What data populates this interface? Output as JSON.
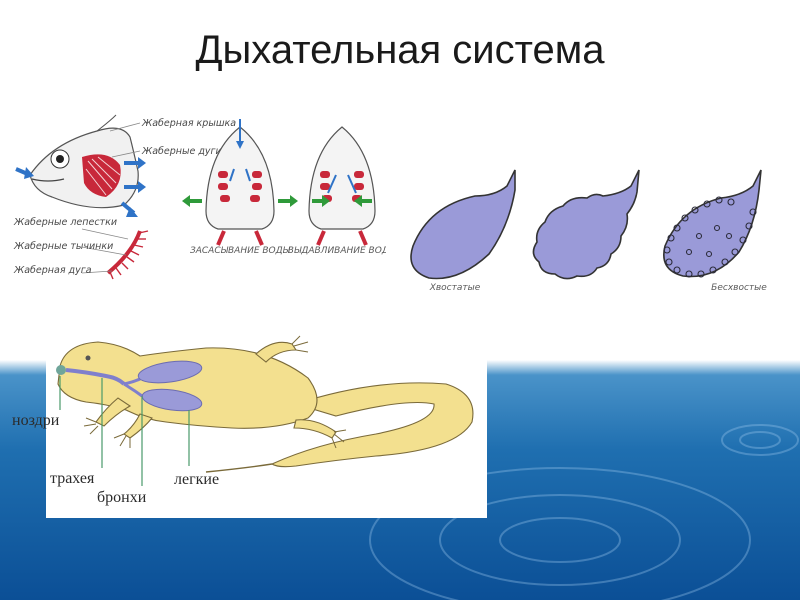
{
  "slide": {
    "title": "Дыхательная система"
  },
  "fish_gills": {
    "labels": {
      "operculum": "Жаберная крышка",
      "gill_arches": "Жаберные дуги",
      "gill_filaments": "Жаберные лепестки",
      "gill_rakers": "Жаберные тычинки",
      "gill_arch": "Жаберная дуга"
    },
    "captions": {
      "suction": "ЗАСАСЫВАНИЕ ВОДЫ",
      "expulsion": "ВЫДАВЛИВАНИЕ ВОДЫ"
    }
  },
  "amphibian_lungs": {
    "captions": {
      "tailed": "Хвостатые",
      "tailless": "Бесхвостые"
    }
  },
  "lizard": {
    "labels": {
      "nostrils": "ноздри",
      "trachea": "трахея",
      "bronchi": "бронхи",
      "lungs": "легкие"
    }
  },
  "colors": {
    "lung_fill": "#9a9ad8",
    "lizard_body": "#f3e08f",
    "gill_red": "#c8283a",
    "arrow_blue": "#2f73c7",
    "arrow_green": "#2f9a3a",
    "water_dark": "#0b4f96"
  }
}
